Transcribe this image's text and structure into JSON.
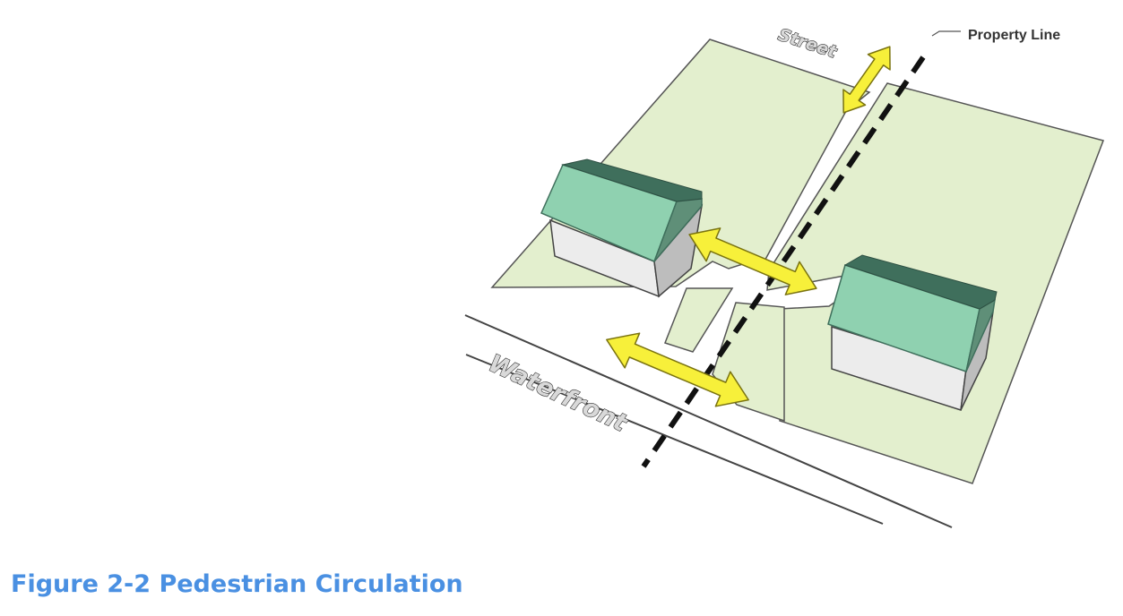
{
  "labels": {
    "street": "Street",
    "waterfront": "Waterfront",
    "property_line": "Property Line"
  },
  "caption": "Figure 2-2 Pedestrian Circulation",
  "colors": {
    "lot": "#e3efce",
    "lot_edge": "#555555",
    "roof_front": "#8fd1b0",
    "roof_side": "#5f8f78",
    "roof_ridge": "#3f6f5c",
    "wall_front": "#ececec",
    "wall_side": "#bdbdbd",
    "arrow_fill": "#f7f03a",
    "arrow_edge": "#7a7310",
    "property_line": "#111111",
    "caption": "#4a90e2"
  }
}
